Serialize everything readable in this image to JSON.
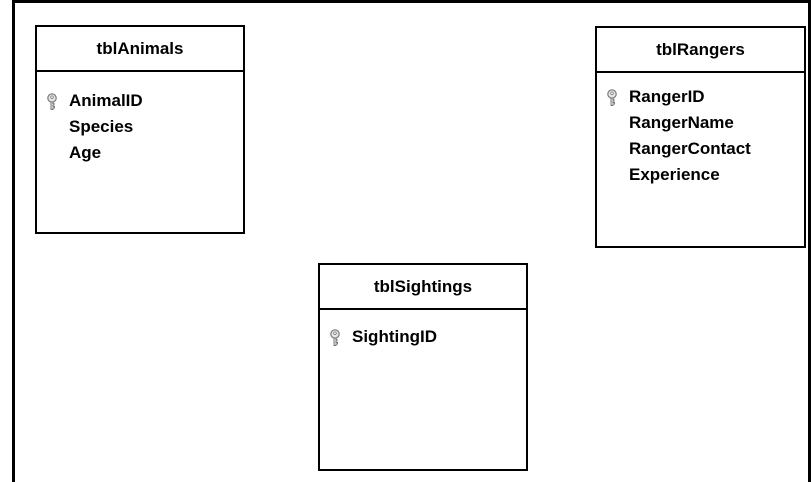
{
  "tables": {
    "animals": {
      "name": "tblAnimals",
      "fields": [
        {
          "label": "AnimalID",
          "primary_key": true,
          "icon": "key-icon"
        },
        {
          "label": "Species",
          "primary_key": false
        },
        {
          "label": "Age",
          "primary_key": false
        }
      ]
    },
    "rangers": {
      "name": "tblRangers",
      "fields": [
        {
          "label": "RangerID",
          "primary_key": true,
          "icon": "key-icon"
        },
        {
          "label": "RangerName",
          "primary_key": false
        },
        {
          "label": "RangerContact",
          "primary_key": false
        },
        {
          "label": "Experience",
          "primary_key": false
        }
      ]
    },
    "sightings": {
      "name": "tblSightings",
      "fields": [
        {
          "label": "SightingID",
          "primary_key": true,
          "icon": "key-icon"
        }
      ]
    }
  },
  "colors": {
    "border": "#000000",
    "background": "#ffffff",
    "text": "#000000",
    "key_icon_fill": "#e6e6e6",
    "key_icon_stroke": "#7a7a7a"
  }
}
